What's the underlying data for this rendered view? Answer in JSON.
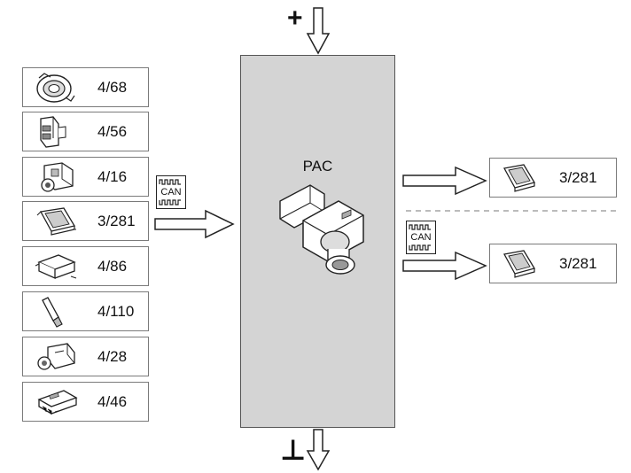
{
  "inputs": [
    {
      "code": "4/68",
      "icon": "clock-spring-icon"
    },
    {
      "code": "4/56",
      "icon": "connector-module-icon"
    },
    {
      "code": "4/16",
      "icon": "sensor-lens-icon"
    },
    {
      "code": "3/281",
      "icon": "control-unit-icon"
    },
    {
      "code": "4/86",
      "icon": "box-module-icon"
    },
    {
      "code": "4/110",
      "icon": "battery-cell-icon"
    },
    {
      "code": "4/28",
      "icon": "actuator-icon"
    },
    {
      "code": "4/46",
      "icon": "ecu-board-icon"
    }
  ],
  "ecu": {
    "label": "PAC",
    "icon": "camera-module-icon"
  },
  "outputs": [
    {
      "code": "3/281",
      "icon": "control-unit-icon"
    },
    {
      "code": "3/281",
      "icon": "control-unit-icon"
    }
  ],
  "bus": {
    "label": "CAN"
  },
  "power": {
    "plus_symbol": "+",
    "ground_symbol": "⊥"
  },
  "colors": {
    "ecu_fill": "#d4d4d4",
    "border": "#7a7a7a",
    "line": "#111111"
  }
}
